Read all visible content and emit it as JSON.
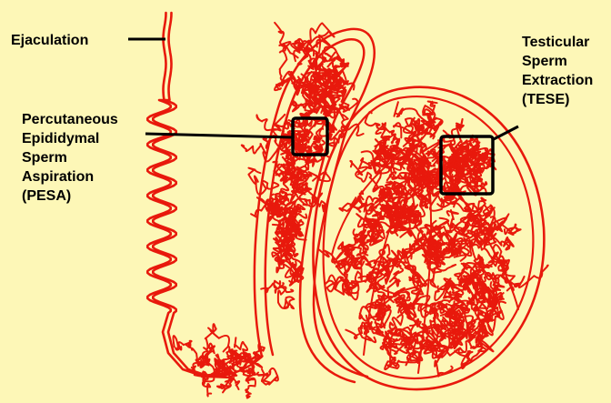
{
  "colors": {
    "background": "#fdf7b7",
    "tubule": "#e8190c",
    "outline": "#000000"
  },
  "labels": {
    "ejaculation": [
      "Ejaculation"
    ],
    "pesa": [
      "Percutaneous",
      "Epididymal",
      "Sperm",
      "Aspiration",
      "(PESA)"
    ],
    "tese": [
      "Testicular",
      "Sperm",
      "Extraction",
      "(TESE)"
    ]
  }
}
